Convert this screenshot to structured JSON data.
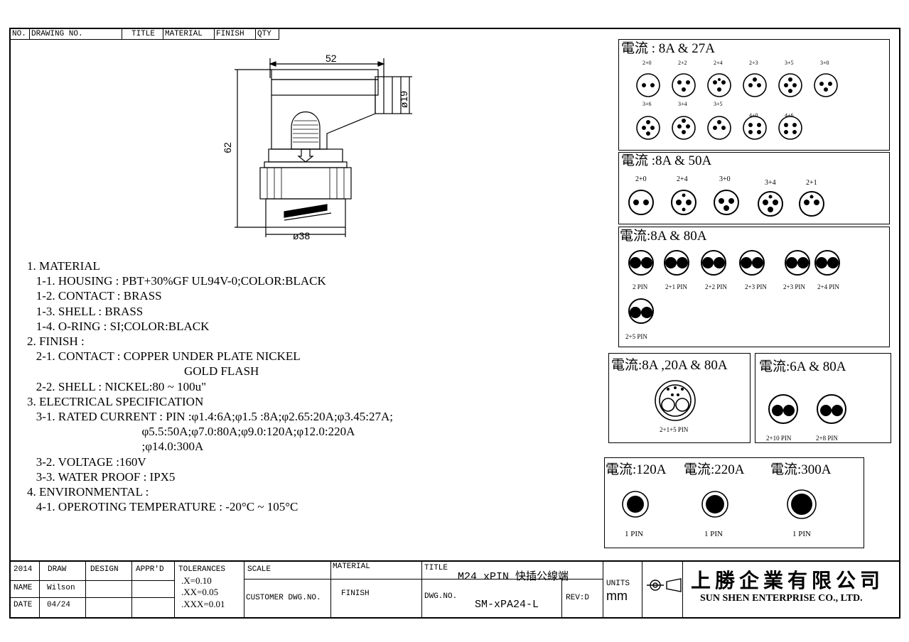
{
  "header_cells": {
    "no": "NO.",
    "drawing_no": "DRAWING NO.",
    "title": "TITLE",
    "material": "MATERIAL",
    "finish": "FINISH",
    "qty": "QTY"
  },
  "dimensions": {
    "width": "52",
    "height": "62",
    "dia_top": "ø19",
    "dia_bottom": "ø38"
  },
  "specs": [
    "1. MATERIAL",
    "   1-1. HOUSING : PBT+30%GF UL94V-0;COLOR:BLACK",
    "   1-2. CONTACT : BRASS",
    "   1-3. SHELL : BRASS",
    "   1-4. O-RING : SI;COLOR:BLACK",
    "2. FINISH :",
    "   2-1. CONTACT : COPPER UNDER PLATE NICKEL",
    "                                                    GOLD FLASH",
    "   2-2. SHELL : NICKEL:80 ~ 100u\"",
    "3. ELECTRICAL SPECIFICATION",
    "   3-1. RATED CURRENT : PIN :φ1.4:6A;φ1.5 :8A;φ2.65:20A;φ3.45:27A;",
    "                                      φ5.5:50A;φ7.0:80A;φ9.0:120A;φ12.0:220A",
    "                                      ;φ14.0:300A",
    "   3-2. VOLTAGE :160V",
    "   3-3. WATER PROOF : IPX5",
    "4. ENVIRONMENTAL :",
    "   4-1. OPEROTING TEMPERATURE : -20°C ~ 105°C"
  ],
  "panels": {
    "p1": {
      "title": "電流 : 8A & 27A",
      "labels": [
        "2+0",
        "2+2",
        "2+4",
        "2+3",
        "3+5",
        "3+0",
        "3+6",
        "3+4",
        "3+5",
        "4+0",
        "4+6"
      ]
    },
    "p2": {
      "title": "電流 :8A & 50A",
      "labels": [
        "2+0",
        "2+4",
        "3+0",
        "3+4",
        "2+1"
      ]
    },
    "p3": {
      "title": "電流:8A & 80A",
      "labels": [
        "2 PIN",
        "2+1 PIN",
        "2+2 PIN",
        "2+3 PIN",
        "2+3 PIN",
        "2+4 PIN",
        "2+5 PIN"
      ]
    },
    "p4": {
      "title": "電流:8A ,20A & 80A",
      "labels": [
        "2+1+5 PIN"
      ]
    },
    "p5": {
      "title": "電流:6A & 80A",
      "labels": [
        "2+10 PIN",
        "2+8 PIN"
      ]
    },
    "p6": {
      "titles": [
        "電流:120A",
        "電流:220A",
        "電流:300A"
      ],
      "labels": [
        "1 PIN",
        "1 PIN",
        "1 PIN"
      ]
    }
  },
  "title_block": {
    "year": "2014",
    "draw": "DRAW",
    "design": "DESIGN",
    "appr": "APPR'D",
    "name_lbl": "NAME",
    "name_val": "Wilson",
    "date_lbl": "DATE",
    "date_val": "04/24",
    "tolerances": "TOLERANCES",
    "tol1": ".X=0.10",
    "tol2": ".XX=0.05",
    "tol3": ".XXX=0.01",
    "scale": "SCALE",
    "material": "MATERIAL",
    "customer": "CUSTOMER DWG.NO.",
    "finish": "FINISH",
    "title_lbl": "TITLE",
    "title_val": "M24 xPIN 快插公線端",
    "dwg_lbl": "DWG.NO.",
    "dwg_val": "SM-xPA24-L",
    "rev": "REV:D",
    "units_lbl": "UNITS",
    "units_val": "mm",
    "company_cn": "上勝企業有限公司",
    "company_en": "SUN SHEN ENTERPRISE CO., LTD."
  }
}
